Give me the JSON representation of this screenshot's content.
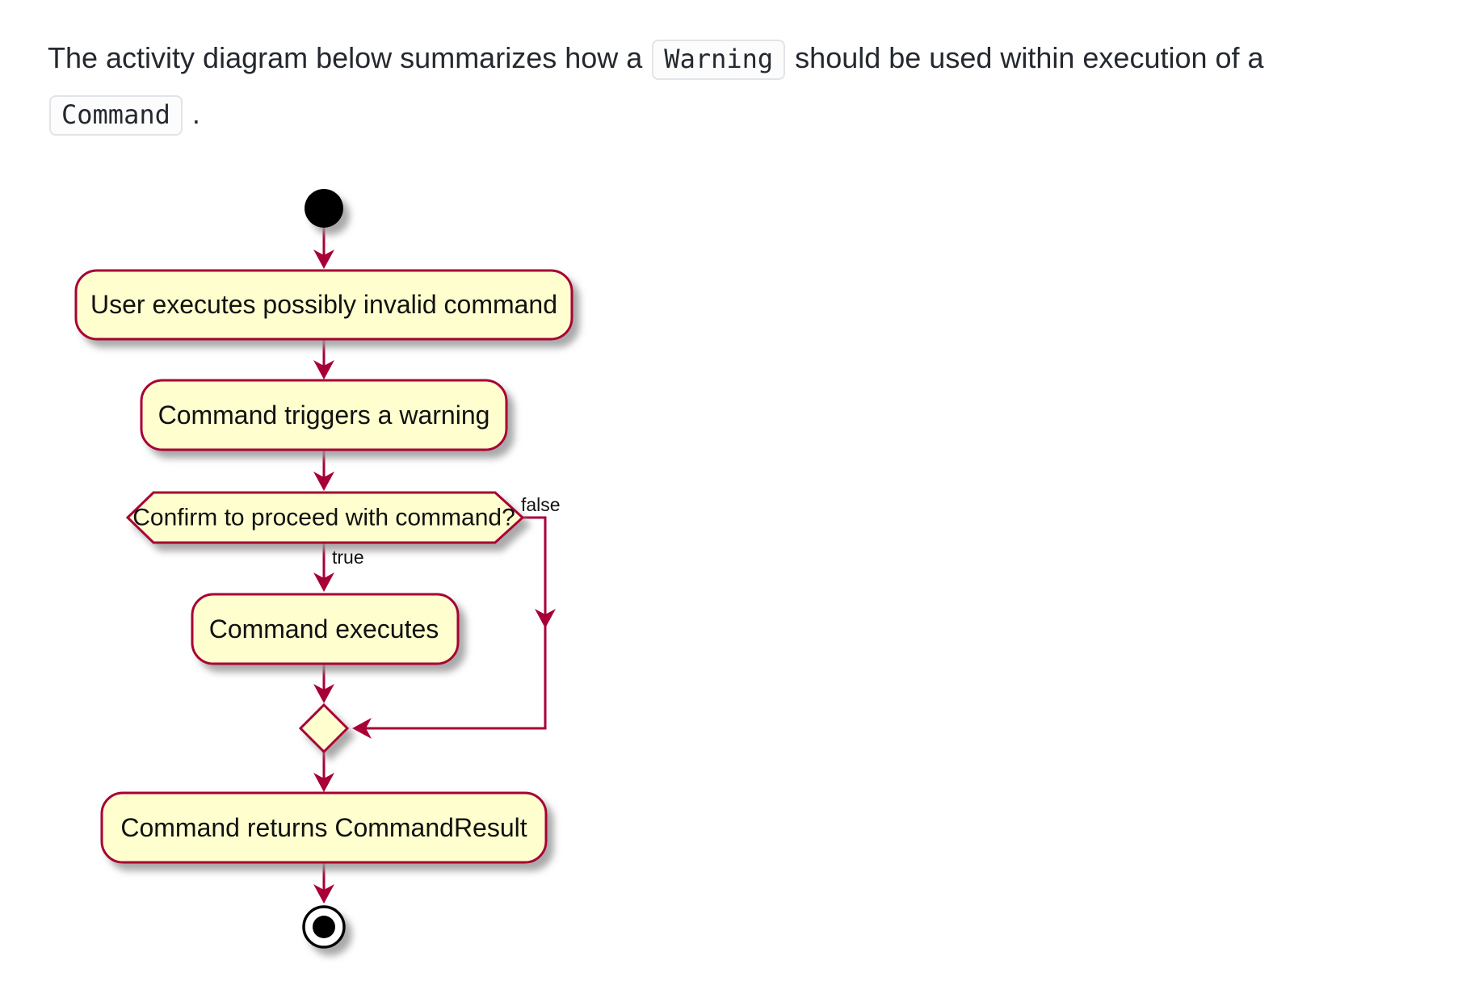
{
  "intro": {
    "text_before_code1": "The activity diagram below summarizes how a",
    "code1": "Warning",
    "text_after_code1": "should be used within execution of a",
    "code2": "Command",
    "text_after_code2": "."
  },
  "diagram": {
    "type": "activity-diagram",
    "accent_color": "#A80036",
    "node_fill_color": "#FEFECE",
    "shadow_color": "#a0a0a0",
    "nodes": {
      "start": {
        "type": "start"
      },
      "activity1": {
        "type": "activity",
        "label": "User executes possibly invalid command"
      },
      "activity2": {
        "type": "activity",
        "label": "Command triggers a warning"
      },
      "decision": {
        "type": "decision",
        "label": "Confirm to proceed with command?"
      },
      "activity3": {
        "type": "activity",
        "label": "Command executes"
      },
      "merge": {
        "type": "merge"
      },
      "activity4": {
        "type": "activity",
        "label": "Command returns CommandResult"
      },
      "end": {
        "type": "end"
      }
    },
    "edge_labels": {
      "true_branch": "true",
      "false_branch": "false"
    }
  }
}
